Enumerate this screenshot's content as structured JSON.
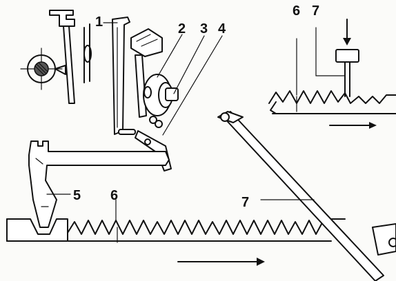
{
  "figure": {
    "labels": {
      "part_1": "1",
      "part_2": "2",
      "part_3": "3",
      "part_4": "4",
      "part_5": "5",
      "part_6_lower": "6",
      "part_7_lower": "7",
      "part_6_inset": "6",
      "part_7_inset": "7"
    },
    "colors": {
      "ink": "#111111",
      "paper": "#fbfbf9"
    }
  }
}
